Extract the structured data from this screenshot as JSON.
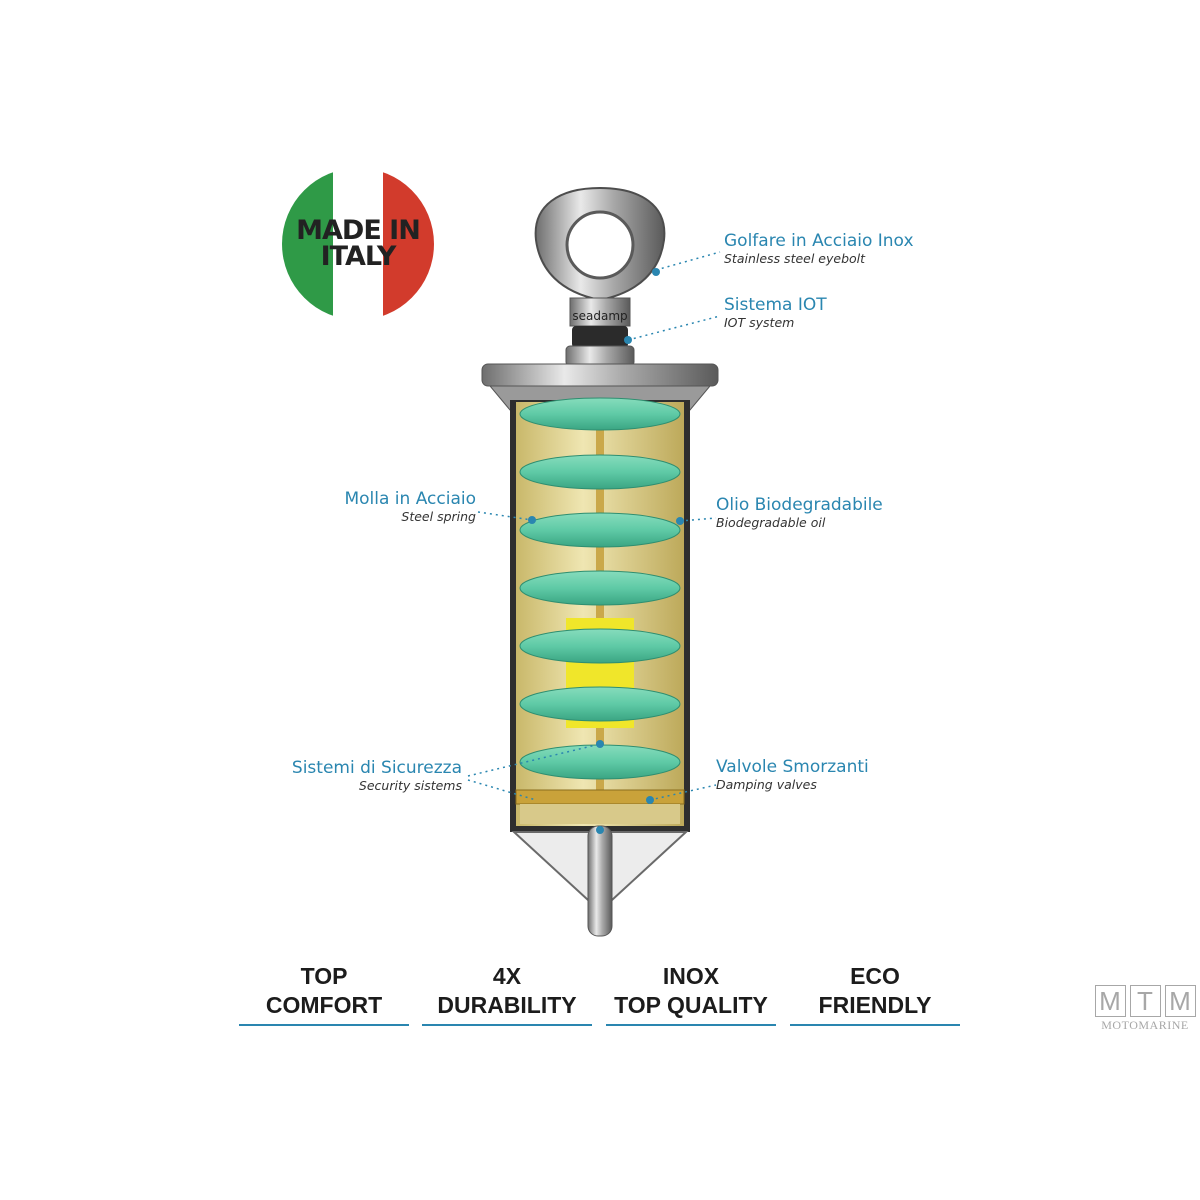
{
  "badge": {
    "lines": [
      "MADE IN",
      "ITALY"
    ],
    "colors": {
      "green": "#2f9a47",
      "white": "#ffffff",
      "red": "#d23b2c"
    }
  },
  "product": {
    "brand": "seadamp",
    "colors": {
      "spring": "#5fcaa6",
      "oil": "#e3d99a",
      "piston": "#f0e62a",
      "steel": "#b8b8b8",
      "accent": "#2a86b0"
    }
  },
  "labels": [
    {
      "key": "eyebolt",
      "it": "Golfare in Acciaio Inox",
      "en": "Stainless steel eyebolt"
    },
    {
      "key": "iot",
      "it": "Sistema IOT",
      "en": "IOT system"
    },
    {
      "key": "spring",
      "it": "Molla in Acciaio",
      "en": "Steel spring"
    },
    {
      "key": "oil",
      "it": "Olio Biodegradabile",
      "en": "Biodegradable oil"
    },
    {
      "key": "safety",
      "it": "Sistemi di Sicurezza",
      "en": "Security sistems"
    },
    {
      "key": "valves",
      "it": "Valvole Smorzanti",
      "en": "Damping valves"
    }
  ],
  "features": [
    {
      "line1": "TOP",
      "line2": "COMFORT"
    },
    {
      "line1": "4X",
      "line2": "DURABILITY"
    },
    {
      "line1": "INOX",
      "line2": "TOP QUALITY"
    },
    {
      "line1": "ECO",
      "line2": "FRIENDLY"
    }
  ],
  "logo": {
    "letters": [
      "M",
      "T",
      "M"
    ],
    "word": "MOTOMARINE"
  }
}
